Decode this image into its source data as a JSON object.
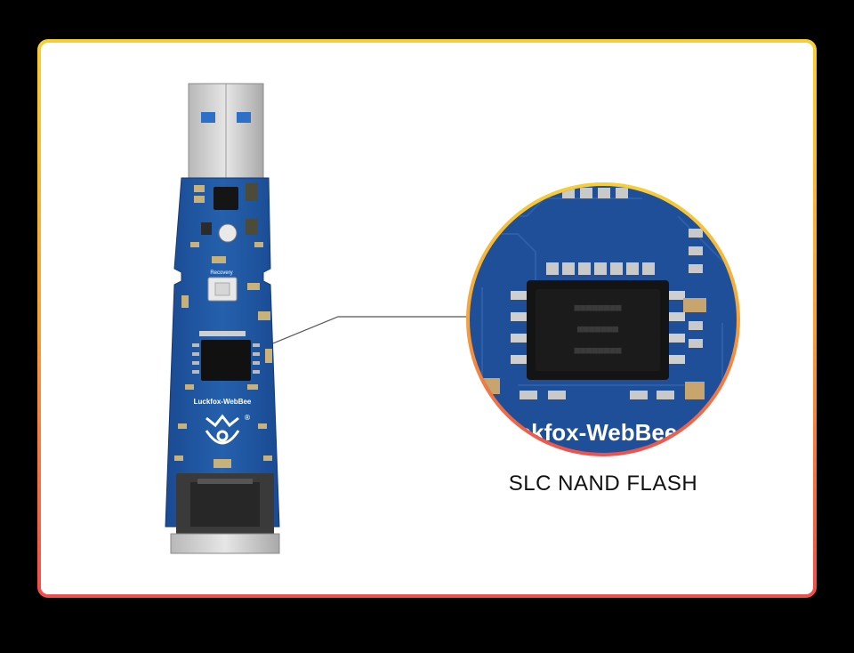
{
  "caption": "SLC NAND FLASH",
  "board": {
    "name": "Luckfox-WebBee",
    "button_label": "Recovery",
    "registered_mark": "®"
  },
  "zoom": {
    "board_name_fragment": "ckfox-WebBee",
    "chip_marking_line1": "■■■■■■■■",
    "chip_marking_line2": "■■■■■■■",
    "chip_marking_line3": "■■■■■■■■"
  },
  "colors": {
    "background": "#000000",
    "panel": "#ffffff",
    "frame_gradient": [
      "#f7cf33",
      "#f6a33a",
      "#ef4f4c"
    ],
    "pcb_blue": "#1d4f9a",
    "chip_black": "#111111",
    "caption_text": "#111111"
  }
}
